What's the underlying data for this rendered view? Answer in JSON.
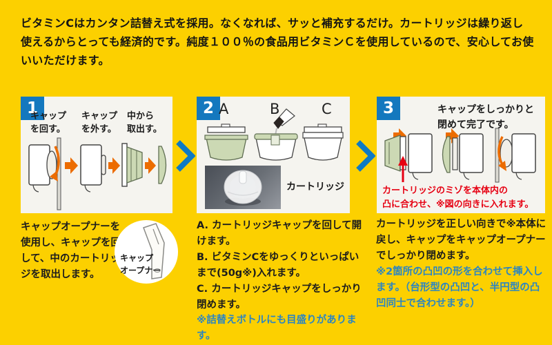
{
  "colors": {
    "background": "#fcd000",
    "panel_bg": "#f5f4ef",
    "badge_blue": "#1478be",
    "chevron_blue": "#0d7ac4",
    "arrow_orange": "#ec6c00",
    "cartridge_green": "#ccd9b4",
    "note_blue": "#2b85c2",
    "alert_red": "#e60012",
    "text_black": "#141414"
  },
  "intro": {
    "text": "ビタミンCはカンタン詰替え式を採用。なくなれば、サッと補充するだけ。カートリッジは繰り返し使えるからとっても経済的です。純度１００％の食品用ビタミンＣを使用しているので、安心してお使いいただけます。"
  },
  "step1": {
    "number": "1",
    "captions": [
      "キャップ\nを回す。",
      "キャップ\nを外す。",
      "中から\n取出す。"
    ],
    "description": "キャップオープナーを使用し、キャップを回して、中のカートリッジを取出します。",
    "opener_label": "キャップ\nオープナー"
  },
  "step2": {
    "number": "2",
    "letters": [
      "A",
      "B",
      "C"
    ],
    "photo_label": "カートリッジ",
    "instructions": [
      "A. カートリッジキャップを回して開けます。",
      "B. ビタミンCをゆっくりといっぱいまで(50g※)入れます。",
      "C. カートリッジキャップをしっかり閉めます。"
    ],
    "note": "※詰替えボトルにも目盛りがあります。"
  },
  "step3": {
    "number": "3",
    "title": "キャップをしっかりと\n閉めて完了です。",
    "alert": "カートリッジのミゾを本体内の\n凸に合わせ、※図の向きに入れます。",
    "description": "カートリッジを正しい向きで※本体に戻し、キャップをキャップオープナーでしっかり閉めます。",
    "note": "※2箇所の凸凹の形を合わせて挿入します。（台形型の凸凹と、半円型の凸凹同士で合わせます。）"
  }
}
